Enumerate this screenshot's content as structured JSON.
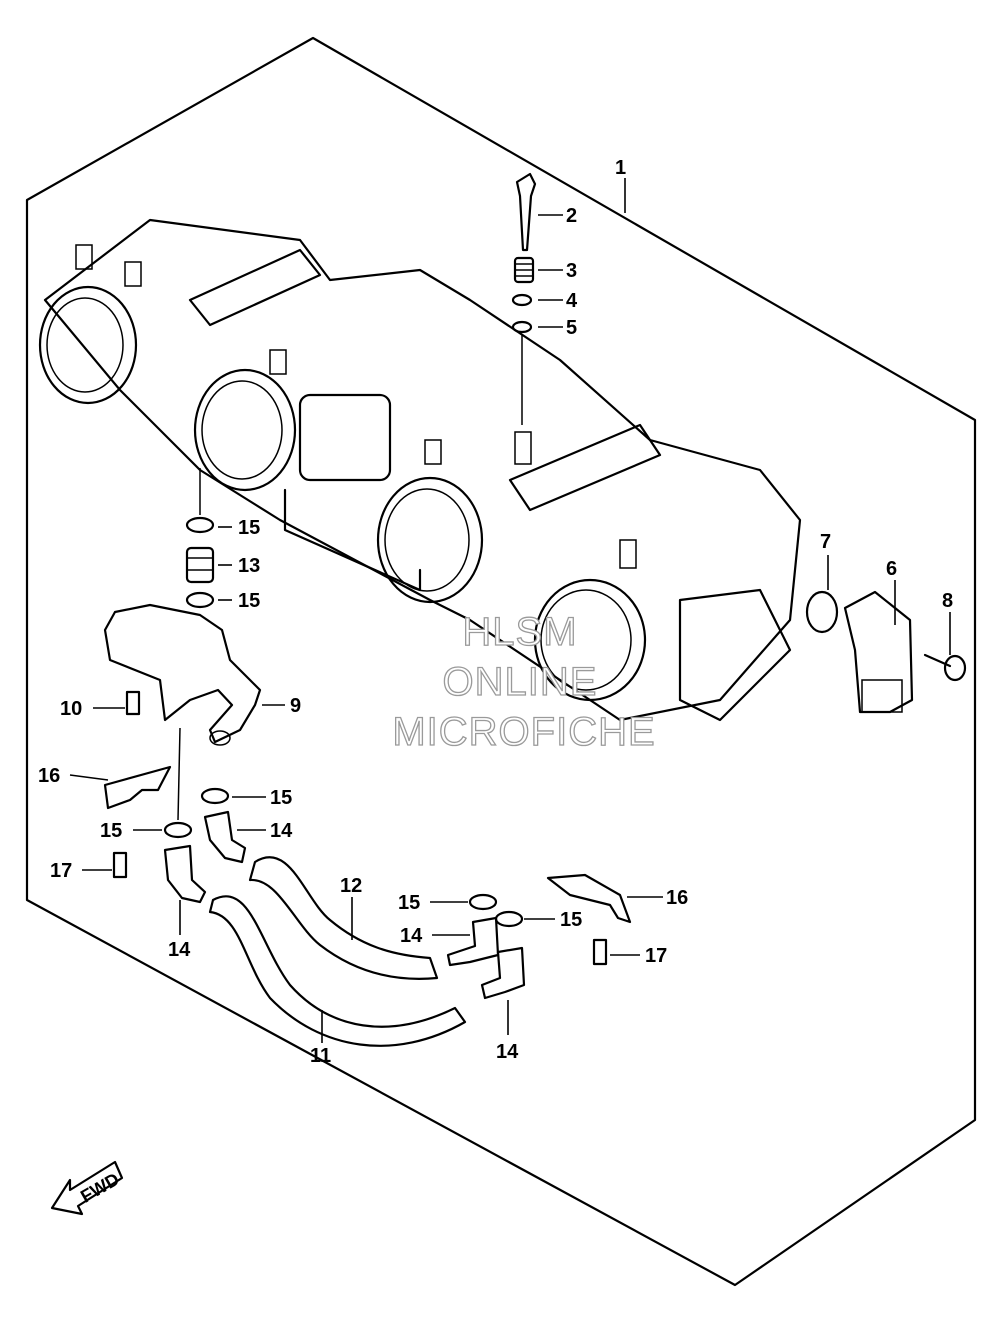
{
  "diagram": {
    "callouts": [
      {
        "id": "c1",
        "label": "1"
      },
      {
        "id": "c2",
        "label": "2"
      },
      {
        "id": "c3",
        "label": "3"
      },
      {
        "id": "c4",
        "label": "4"
      },
      {
        "id": "c5",
        "label": "5"
      },
      {
        "id": "c6",
        "label": "6"
      },
      {
        "id": "c7",
        "label": "7"
      },
      {
        "id": "c8",
        "label": "8"
      },
      {
        "id": "c9",
        "label": "9"
      },
      {
        "id": "c10",
        "label": "10"
      },
      {
        "id": "c11",
        "label": "11"
      },
      {
        "id": "c12",
        "label": "12"
      },
      {
        "id": "c13",
        "label": "13"
      },
      {
        "id": "c14a",
        "label": "14"
      },
      {
        "id": "c14b",
        "label": "14"
      },
      {
        "id": "c14c",
        "label": "14"
      },
      {
        "id": "c14d",
        "label": "14"
      },
      {
        "id": "c15a",
        "label": "15"
      },
      {
        "id": "c15b",
        "label": "15"
      },
      {
        "id": "c15c",
        "label": "15"
      },
      {
        "id": "c15d",
        "label": "15"
      },
      {
        "id": "c15e",
        "label": "15"
      },
      {
        "id": "c15f",
        "label": "15"
      },
      {
        "id": "c16a",
        "label": "16"
      },
      {
        "id": "c16b",
        "label": "16"
      },
      {
        "id": "c17a",
        "label": "17"
      },
      {
        "id": "c17b",
        "label": "17"
      }
    ],
    "fwd_label": "FWD"
  },
  "watermark": {
    "line1": "HLSM",
    "line2": "ONLINE",
    "line3": "MICROFICHE"
  }
}
